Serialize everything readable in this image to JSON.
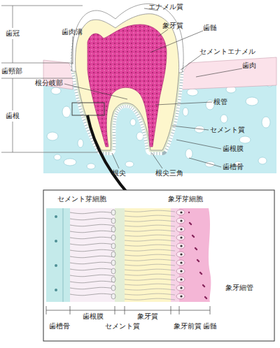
{
  "diagram": {
    "labels": [
      "エナメル質",
      "歯冠",
      "歯肉溝",
      "象牙質",
      "歯髄",
      "セメントエナメル",
      "歯頸部",
      "歯肉",
      "根分岐部",
      "根管",
      "歯根",
      "セメント質",
      "歯根膜",
      "歯槽骨",
      "根尖",
      "根尖三角",
      "セメント芽細胞",
      "象牙芽細胞",
      "象牙細管",
      "歯根膜",
      "象牙質",
      "象牙前質",
      "歯髄",
      "歯槽骨",
      "セメント質"
    ]
  }
}
